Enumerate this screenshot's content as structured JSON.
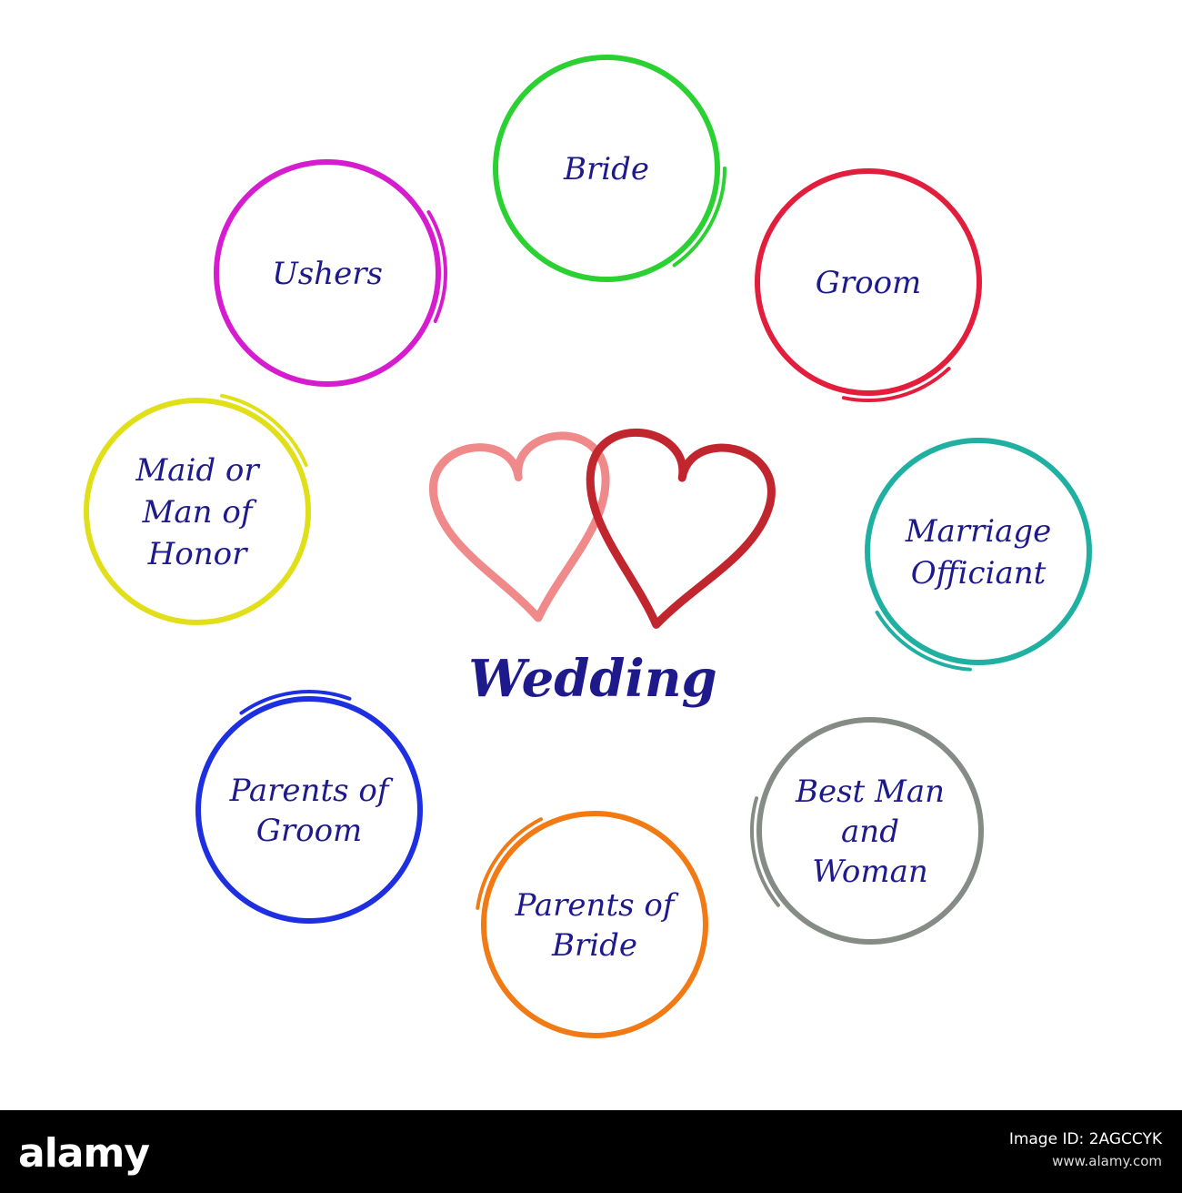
{
  "diagram": {
    "title": "Wedding",
    "nodes": [
      {
        "id": "bride",
        "lines": [
          "Bride"
        ],
        "color": "#2bd132"
      },
      {
        "id": "groom",
        "lines": [
          "Groom"
        ],
        "color": "#e31d3c"
      },
      {
        "id": "marriage-officiant",
        "lines": [
          "Marriage",
          "Officiant"
        ],
        "color": "#1fb0a2"
      },
      {
        "id": "best-man-and-woman",
        "lines": [
          "Best Man",
          "and",
          "Woman"
        ],
        "color": "#858c86"
      },
      {
        "id": "parents-of-bride",
        "lines": [
          "Parents of",
          "Bride"
        ],
        "color": "#f27a14"
      },
      {
        "id": "parents-of-groom",
        "lines": [
          "Parents of",
          "Groom"
        ],
        "color": "#1d2fe0"
      },
      {
        "id": "maid-or-man-of-honor",
        "lines": [
          "Maid or",
          "Man of",
          "Honor"
        ],
        "color": "#e1df1a"
      },
      {
        "id": "ushers",
        "lines": [
          "Ushers"
        ],
        "color": "#d61ccf"
      }
    ],
    "hearts": {
      "left_color": "#f08a8a",
      "right_color": "#c1262e"
    }
  },
  "footer": {
    "brand": "alamy",
    "image_id_label": "Image ID: 2AGCCYK",
    "url": "www.alamy.com"
  }
}
